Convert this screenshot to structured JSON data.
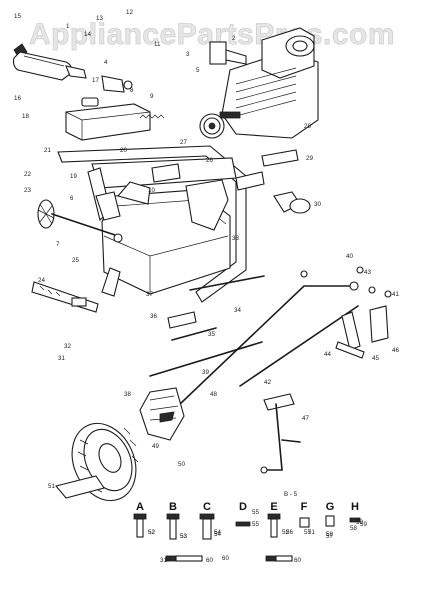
{
  "watermark": "AppliancePartsPros.com",
  "callouts": [
    "1",
    "2",
    "3",
    "4",
    "5",
    "6",
    "7",
    "8",
    "9",
    "10",
    "11",
    "12",
    "13",
    "14",
    "15",
    "16",
    "17",
    "18",
    "19",
    "20",
    "21",
    "22",
    "23",
    "24",
    "25",
    "26",
    "27",
    "28",
    "29",
    "30",
    "31",
    "32",
    "33",
    "34",
    "35",
    "36",
    "37",
    "38",
    "39",
    "40",
    "41",
    "42",
    "43",
    "44",
    "45",
    "46",
    "47",
    "48",
    "49",
    "50",
    "51",
    "52",
    "53",
    "54",
    "55",
    "56",
    "57",
    "58",
    "59",
    "60"
  ],
  "fastener_key": {
    "letters": [
      "A",
      "B",
      "C",
      "D",
      "E",
      "F",
      "G",
      "H"
    ],
    "part_numbers": [
      "52",
      "53",
      "54",
      "55",
      "52",
      "51",
      "57",
      "58",
      "59",
      "31",
      "60",
      "60"
    ]
  },
  "note": "B - 5"
}
